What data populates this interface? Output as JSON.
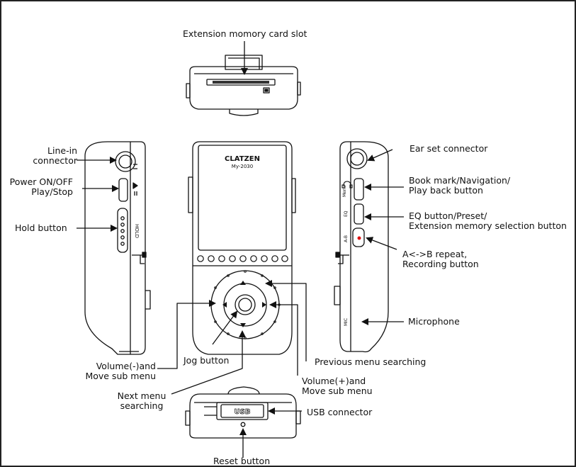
{
  "device": {
    "brand": "CLATZEN",
    "model": "My-2030",
    "usb_text": "USB"
  },
  "callouts": {
    "memory_slot": "Extension momory card slot",
    "line_in": [
      "Line-in",
      "connector"
    ],
    "power": [
      "Power ON/OFF",
      "Play/Stop"
    ],
    "hold": "Hold button",
    "ear_set": "Ear set connector",
    "bookmark": [
      "Book mark/Navigation/",
      "Play back button"
    ],
    "eq": [
      "EQ button/Preset/",
      "Extension memory selection button"
    ],
    "ab_repeat": [
      "A<->B repeat,",
      "Recording button"
    ],
    "microphone": "Microphone",
    "vol_minus": [
      "Volume(-)and",
      "Move sub menu"
    ],
    "jog": "Jog button",
    "prev_menu": "Previous menu searching",
    "vol_plus": [
      "Volume(+)and",
      "Move sub menu"
    ],
    "next_menu": [
      "Next menu",
      "searching"
    ],
    "usb": "USB connector",
    "reset": "Reset button"
  },
  "side_marks": {
    "hold": "HOLD",
    "menu": "Menu",
    "eq": "EQ",
    "ab": "A-B",
    "mic": "MIC"
  },
  "icons": [
    "arrow-icon",
    "headphone-icon",
    "record-dot-icon",
    "play-pause-icon"
  ]
}
